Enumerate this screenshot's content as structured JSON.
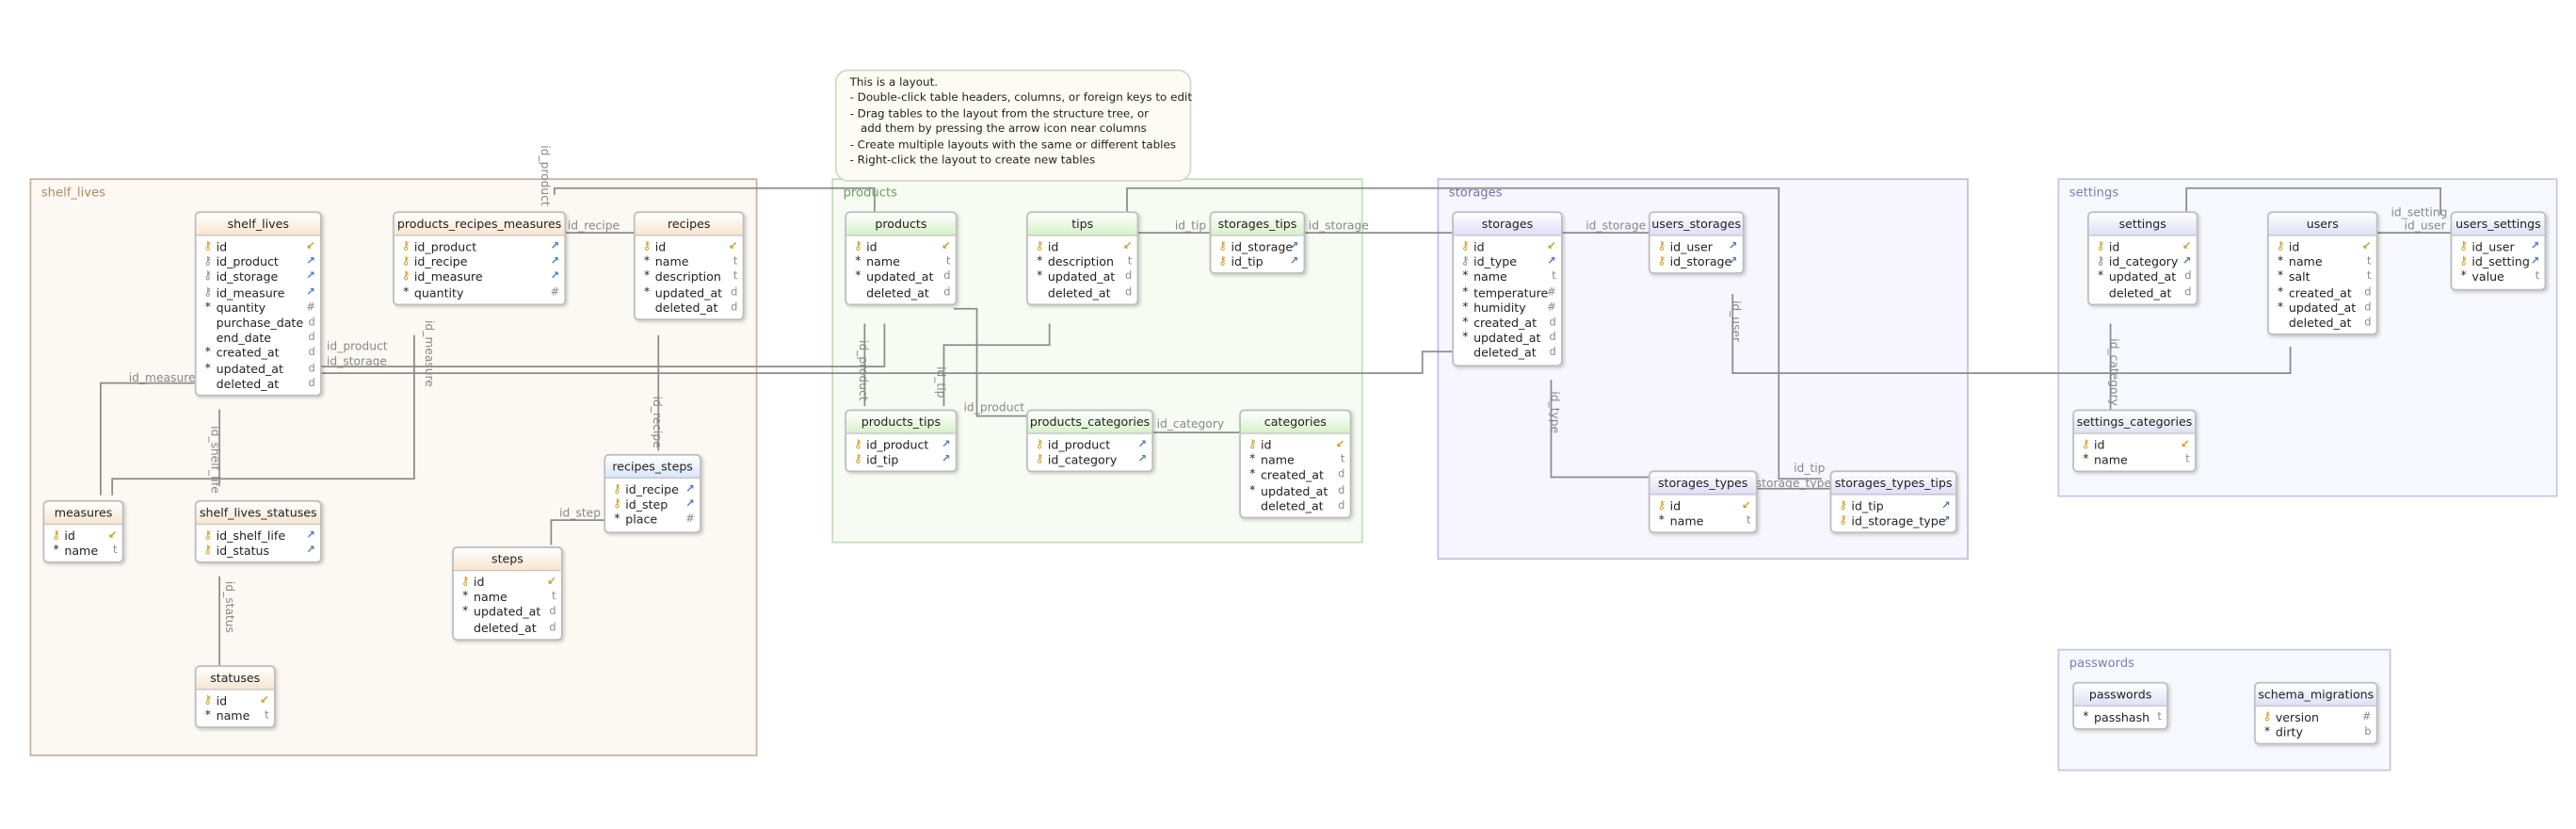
{
  "note": {
    "lines": [
      "This is a layout.",
      "- Double-click table headers, columns, or foreign keys to edit",
      "- Drag tables to the layout from the structure tree, or",
      "   add them by pressing the arrow icon near columns",
      "- Create multiple layouts with the same or different tables",
      "- Right-click the layout to create new tables"
    ]
  },
  "groups": {
    "shelf_lives": "shelf_lives",
    "products": "products",
    "storages": "storages",
    "settings": "settings",
    "passwords": "passwords"
  },
  "tables": {
    "shelf_lives": {
      "name": "shelf_lives",
      "columns": [
        {
          "name": "id",
          "flag": "pk",
          "type": "pk"
        },
        {
          "name": "id_product",
          "flag": "fk",
          "type": "fk"
        },
        {
          "name": "id_storage",
          "flag": "fk",
          "type": "fk"
        },
        {
          "name": "id_measure",
          "flag": "fk",
          "type": "fk"
        },
        {
          "name": "quantity",
          "flag": "*",
          "type": "#"
        },
        {
          "name": "purchase_date",
          "flag": "",
          "type": "d"
        },
        {
          "name": "end_date",
          "flag": "",
          "type": "d"
        },
        {
          "name": "created_at",
          "flag": "*",
          "type": "d"
        },
        {
          "name": "updated_at",
          "flag": "*",
          "type": "d"
        },
        {
          "name": "deleted_at",
          "flag": "",
          "type": "d"
        }
      ]
    },
    "products_recipes_measures": {
      "name": "products_recipes_measures",
      "columns": [
        {
          "name": "id_product",
          "flag": "pk",
          "type": "fk"
        },
        {
          "name": "id_recipe",
          "flag": "pk",
          "type": "fk"
        },
        {
          "name": "id_measure",
          "flag": "pk",
          "type": "fk"
        },
        {
          "name": "quantity",
          "flag": "*",
          "type": "#"
        }
      ]
    },
    "recipes": {
      "name": "recipes",
      "columns": [
        {
          "name": "id",
          "flag": "pk",
          "type": "pk"
        },
        {
          "name": "name",
          "flag": "*",
          "type": "t"
        },
        {
          "name": "description",
          "flag": "*",
          "type": "t"
        },
        {
          "name": "updated_at",
          "flag": "*",
          "type": "d"
        },
        {
          "name": "deleted_at",
          "flag": "",
          "type": "d"
        }
      ]
    },
    "measures": {
      "name": "measures",
      "columns": [
        {
          "name": "id",
          "flag": "pk",
          "type": "pk"
        },
        {
          "name": "name",
          "flag": "*",
          "type": "t"
        }
      ]
    },
    "shelf_lives_statuses": {
      "name": "shelf_lives_statuses",
      "columns": [
        {
          "name": "id_shelf_life",
          "flag": "pk",
          "type": "fk"
        },
        {
          "name": "id_status",
          "flag": "pk",
          "type": "fk"
        }
      ]
    },
    "recipes_steps": {
      "name": "recipes_steps",
      "columns": [
        {
          "name": "id_recipe",
          "flag": "pk",
          "type": "fk"
        },
        {
          "name": "id_step",
          "flag": "pk",
          "type": "fk"
        },
        {
          "name": "place",
          "flag": "*",
          "type": "#"
        }
      ]
    },
    "steps": {
      "name": "steps",
      "columns": [
        {
          "name": "id",
          "flag": "pk",
          "type": "pk"
        },
        {
          "name": "name",
          "flag": "*",
          "type": "t"
        },
        {
          "name": "updated_at",
          "flag": "*",
          "type": "d"
        },
        {
          "name": "deleted_at",
          "flag": "",
          "type": "d"
        }
      ]
    },
    "statuses": {
      "name": "statuses",
      "columns": [
        {
          "name": "id",
          "flag": "pk",
          "type": "pk"
        },
        {
          "name": "name",
          "flag": "*",
          "type": "t"
        }
      ]
    },
    "products": {
      "name": "products",
      "columns": [
        {
          "name": "id",
          "flag": "pk",
          "type": "pk"
        },
        {
          "name": "name",
          "flag": "*",
          "type": "t"
        },
        {
          "name": "updated_at",
          "flag": "*",
          "type": "d"
        },
        {
          "name": "deleted_at",
          "flag": "",
          "type": "d"
        }
      ]
    },
    "tips": {
      "name": "tips",
      "columns": [
        {
          "name": "id",
          "flag": "pk",
          "type": "pk"
        },
        {
          "name": "description",
          "flag": "*",
          "type": "t"
        },
        {
          "name": "updated_at",
          "flag": "*",
          "type": "d"
        },
        {
          "name": "deleted_at",
          "flag": "",
          "type": "d"
        }
      ]
    },
    "storages_tips": {
      "name": "storages_tips",
      "columns": [
        {
          "name": "id_storage",
          "flag": "pk",
          "type": "fk"
        },
        {
          "name": "id_tip",
          "flag": "pk",
          "type": "fk"
        }
      ]
    },
    "products_tips": {
      "name": "products_tips",
      "columns": [
        {
          "name": "id_product",
          "flag": "pk",
          "type": "fk"
        },
        {
          "name": "id_tip",
          "flag": "pk",
          "type": "fk"
        }
      ]
    },
    "products_categories": {
      "name": "products_categories",
      "columns": [
        {
          "name": "id_product",
          "flag": "pk",
          "type": "fk"
        },
        {
          "name": "id_category",
          "flag": "pk",
          "type": "fk"
        }
      ]
    },
    "categories": {
      "name": "categories",
      "columns": [
        {
          "name": "id",
          "flag": "pk",
          "type": "pk"
        },
        {
          "name": "name",
          "flag": "*",
          "type": "t"
        },
        {
          "name": "created_at",
          "flag": "*",
          "type": "d"
        },
        {
          "name": "updated_at",
          "flag": "*",
          "type": "d"
        },
        {
          "name": "deleted_at",
          "flag": "",
          "type": "d"
        }
      ]
    },
    "storages": {
      "name": "storages",
      "columns": [
        {
          "name": "id",
          "flag": "pk",
          "type": "pk"
        },
        {
          "name": "id_type",
          "flag": "fk",
          "type": "fk"
        },
        {
          "name": "name",
          "flag": "*",
          "type": "t"
        },
        {
          "name": "temperature",
          "flag": "*",
          "type": "#"
        },
        {
          "name": "humidity",
          "flag": "*",
          "type": "#"
        },
        {
          "name": "created_at",
          "flag": "*",
          "type": "d"
        },
        {
          "name": "updated_at",
          "flag": "*",
          "type": "d"
        },
        {
          "name": "deleted_at",
          "flag": "",
          "type": "d"
        }
      ]
    },
    "users_storages": {
      "name": "users_storages",
      "columns": [
        {
          "name": "id_user",
          "flag": "pk",
          "type": "fk"
        },
        {
          "name": "id_storage",
          "flag": "pk",
          "type": "fk"
        }
      ]
    },
    "storages_types": {
      "name": "storages_types",
      "columns": [
        {
          "name": "id",
          "flag": "pk",
          "type": "pk"
        },
        {
          "name": "name",
          "flag": "*",
          "type": "t"
        }
      ]
    },
    "storages_types_tips": {
      "name": "storages_types_tips",
      "columns": [
        {
          "name": "id_tip",
          "flag": "pk",
          "type": "fk"
        },
        {
          "name": "id_storage_type",
          "flag": "pk",
          "type": "fk"
        }
      ]
    },
    "settings": {
      "name": "settings",
      "columns": [
        {
          "name": "id",
          "flag": "pk",
          "type": "pk"
        },
        {
          "name": "id_category",
          "flag": "fk",
          "type": "fk"
        },
        {
          "name": "updated_at",
          "flag": "*",
          "type": "d"
        },
        {
          "name": "deleted_at",
          "flag": "",
          "type": "d"
        }
      ]
    },
    "users": {
      "name": "users",
      "columns": [
        {
          "name": "id",
          "flag": "pk",
          "type": "pk"
        },
        {
          "name": "name",
          "flag": "*",
          "type": "t"
        },
        {
          "name": "salt",
          "flag": "*",
          "type": "t"
        },
        {
          "name": "created_at",
          "flag": "*",
          "type": "d"
        },
        {
          "name": "updated_at",
          "flag": "*",
          "type": "d"
        },
        {
          "name": "deleted_at",
          "flag": "",
          "type": "d"
        }
      ]
    },
    "users_settings": {
      "name": "users_settings",
      "columns": [
        {
          "name": "id_user",
          "flag": "pk",
          "type": "fk"
        },
        {
          "name": "id_setting",
          "flag": "pk",
          "type": "fk"
        },
        {
          "name": "value",
          "flag": "*",
          "type": "t"
        }
      ]
    },
    "settings_categories": {
      "name": "settings_categories",
      "columns": [
        {
          "name": "id",
          "flag": "pk",
          "type": "pk"
        },
        {
          "name": "name",
          "flag": "*",
          "type": "t"
        }
      ]
    },
    "passwords": {
      "name": "passwords",
      "columns": [
        {
          "name": "passhash",
          "flag": "*",
          "type": "t"
        }
      ]
    },
    "schema_migrations": {
      "name": "schema_migrations",
      "columns": [
        {
          "name": "version",
          "flag": "pk",
          "type": "#"
        },
        {
          "name": "dirty",
          "flag": "*",
          "type": "b"
        }
      ]
    }
  },
  "link_labels": [
    "id_product",
    "id_recipe",
    "id_measure",
    "id_product",
    "id_storage",
    "id_measure",
    "id_shelf_life",
    "id_status",
    "id_recipe",
    "id_step",
    "id_tip",
    "id_storage",
    "id_product",
    "id_tip",
    "id_product",
    "id_category",
    "id_storage",
    "id_user",
    "id_type",
    "id_tip",
    "storage_type",
    "id_setting",
    "id_user",
    "id_category"
  ],
  "colors": {
    "shelf_group": "#fcf8f3",
    "products_group": "#f6fcf3",
    "storages_group": "#f7f5fd",
    "settings_group": "#f7f8fd",
    "primary_key": "#c99a1c",
    "foreign_key": "#4f79b8",
    "link": "#8c8c8c"
  }
}
